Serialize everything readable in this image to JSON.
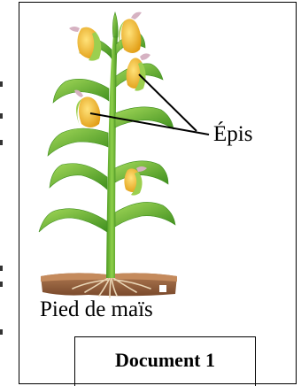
{
  "labels": {
    "ears": "Épis",
    "plant": "Pied de maïs"
  },
  "document": {
    "title": "Document 1"
  },
  "colors": {
    "leaf_light": "#7cc63a",
    "leaf_dark": "#3f8f1e",
    "stem": "#5aa52a",
    "corn_kernel": "#f2b51d",
    "corn_husk": "#9ccf4f",
    "silk": "#c8a0b4",
    "soil": "#8a5a3a",
    "soil_top": "#b07a52",
    "roots": "#e8d2b0"
  }
}
